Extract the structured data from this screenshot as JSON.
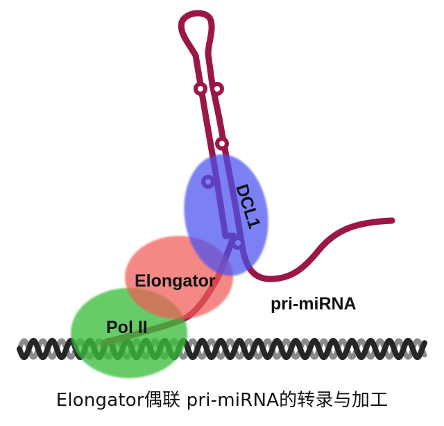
{
  "labels": {
    "dcl1": "DCL1",
    "elongator": "Elongator",
    "pol2": "Pol II",
    "rna": "pri-miRNA"
  },
  "caption": "Elongator偶联 pri-miRNA的转录与加工",
  "colors": {
    "rna": "#9b1748",
    "dcl1": "#5b63ee",
    "elongator": "#f06a66",
    "pol2": "#4fc24f",
    "dna_dark": "#262626",
    "dna_light": "#8a8a8a"
  }
}
